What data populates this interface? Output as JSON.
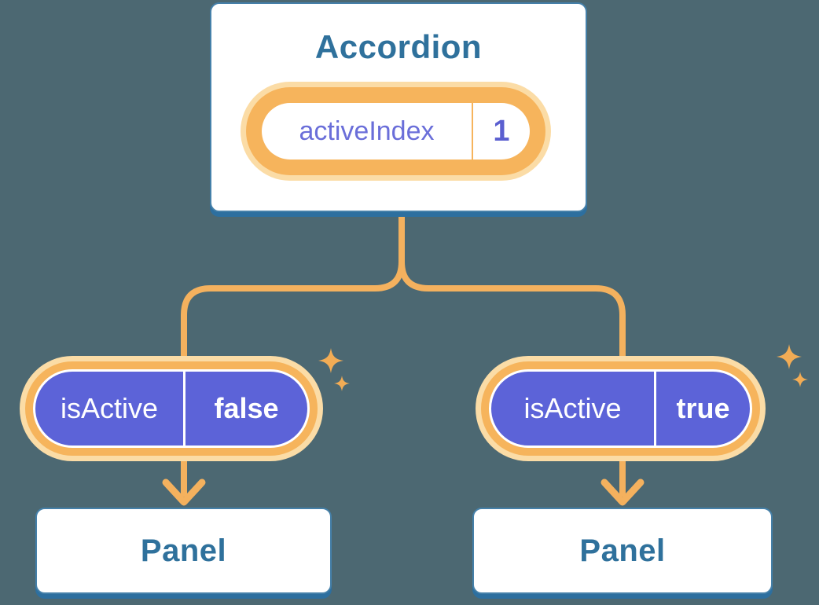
{
  "diagram": {
    "root": {
      "title": "Accordion",
      "state": {
        "label": "activeIndex",
        "value": "1"
      }
    },
    "children": [
      {
        "prop": {
          "label": "isActive",
          "value": "false"
        },
        "panel": "Panel"
      },
      {
        "prop": {
          "label": "isActive",
          "value": "true"
        },
        "panel": "Panel"
      }
    ]
  },
  "icons": {
    "sparkle": "sparkle-icon",
    "arrow": "arrow-down-icon"
  },
  "colors": {
    "bg": "#4C6872",
    "orange": "#F6B45C",
    "halo": "#FBDCA6",
    "line": "#F4B15E",
    "sparkle": "#F2AC55",
    "purple": "#5C63D8",
    "purpleText": "#6A6ED9",
    "purpleValue": "#5B5FD0",
    "blueText": "#2F719C",
    "cardBorder": "#4580A9",
    "cardEdge": "#2D6F9F"
  }
}
